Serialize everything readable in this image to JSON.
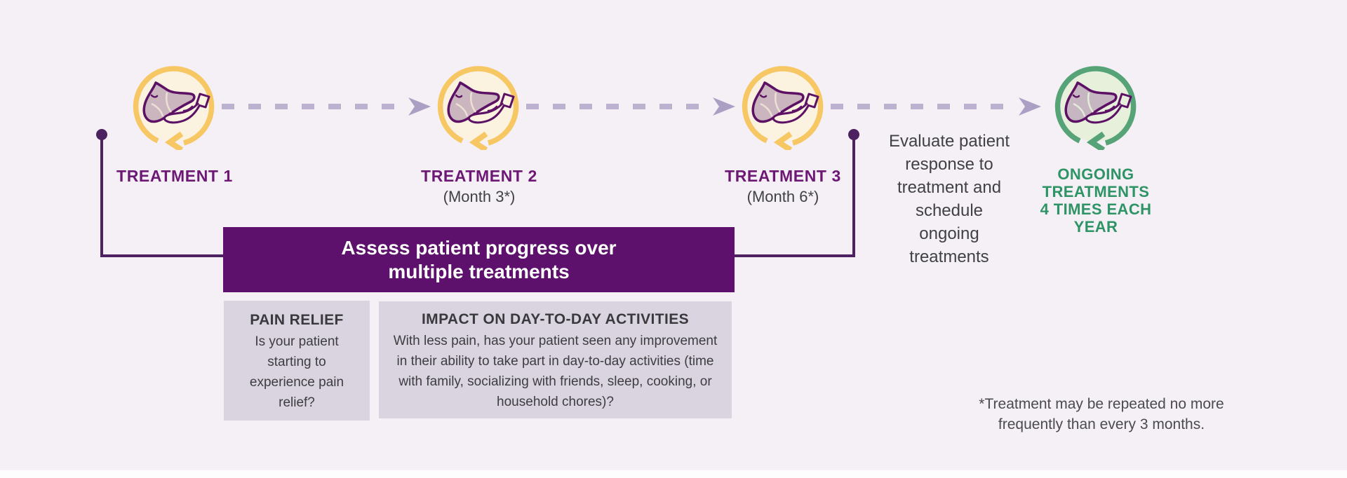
{
  "palette": {
    "background": "#f4f0f6",
    "banner_purple": "#5e116c",
    "label_purple": "#6e1876",
    "bracket_purple": "#4e2161",
    "accent_green": "#2e9465",
    "ring_gold": "#f6c763",
    "ring_green": "#57a378",
    "icon_cream": "#fbf3df",
    "icon_light_green": "#e6f0db",
    "dash_lavender": "#bcb1ce",
    "card_gray": "#dad4e0"
  },
  "timeline": {
    "connector_icon": "dashed-arrow-right-icon",
    "steps": [
      {
        "icon": "foot-in-hand-cycle-icon",
        "label": "TREATMENT 1",
        "sublabel": ""
      },
      {
        "icon": "foot-in-hand-cycle-icon",
        "label": "TREATMENT 2",
        "sublabel": "(Month 3*)"
      },
      {
        "icon": "foot-in-hand-cycle-icon",
        "label": "TREATMENT 3",
        "sublabel": "(Month 6*)"
      },
      {
        "icon": "foot-in-hand-cycle-icon",
        "label_lines": [
          "ONGOING",
          "TREATMENTS",
          "4 TIMES EACH",
          "YEAR"
        ]
      }
    ]
  },
  "evaluate_note": {
    "lines": [
      "Evaluate patient",
      "response to",
      "treatment and",
      "schedule",
      "ongoing",
      "treatments"
    ]
  },
  "assessment": {
    "banner_lines": [
      "Assess patient progress over",
      "multiple treatments"
    ],
    "cards": [
      {
        "title": "PAIN RELIEF",
        "body": "Is your patient starting to experience pain relief?"
      },
      {
        "title": "IMPACT ON DAY-TO-DAY ACTIVITIES",
        "body": "With less pain, has your patient seen any improvement in their ability to take part in day-to-day activities (time with family, socializing with friends, sleep, cooking, or household chores)?"
      }
    ]
  },
  "footnote": "*Treatment may be repeated no more frequently than every 3 months."
}
